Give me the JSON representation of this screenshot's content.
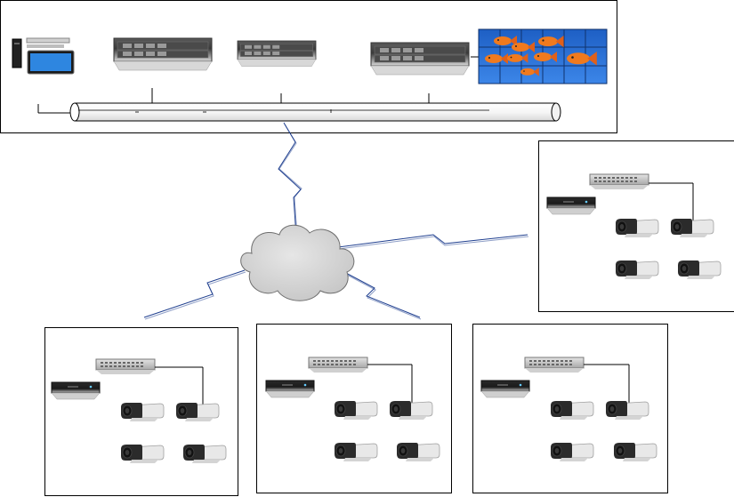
{
  "diagram": {
    "type": "network-topology",
    "central_site": {
      "devices": [
        "pc-workstation",
        "rack-server",
        "rack-server",
        "rack-server",
        "video-wall"
      ],
      "backbone": "network-bus"
    },
    "network": "cloud",
    "remote_sites": [
      {
        "id": "site-east",
        "devices": [
          "network-switch",
          "nvr",
          "camera",
          "camera",
          "camera",
          "camera"
        ]
      },
      {
        "id": "site-southwest",
        "devices": [
          "network-switch",
          "nvr",
          "camera",
          "camera",
          "camera",
          "camera"
        ]
      },
      {
        "id": "site-south",
        "devices": [
          "network-switch",
          "nvr",
          "camera",
          "camera",
          "camera",
          "camera"
        ]
      },
      {
        "id": "site-southeast",
        "devices": [
          "network-switch",
          "nvr",
          "camera",
          "camera",
          "camera",
          "camera"
        ]
      }
    ],
    "colors": {
      "link": "#1f3f8f",
      "cloud": "#d8d8d8",
      "video_wall": "#2a6fd6",
      "fish": "#f07a1e",
      "camera_body": "#2b2b2b",
      "camera_housing": "#e8e8e8"
    }
  }
}
